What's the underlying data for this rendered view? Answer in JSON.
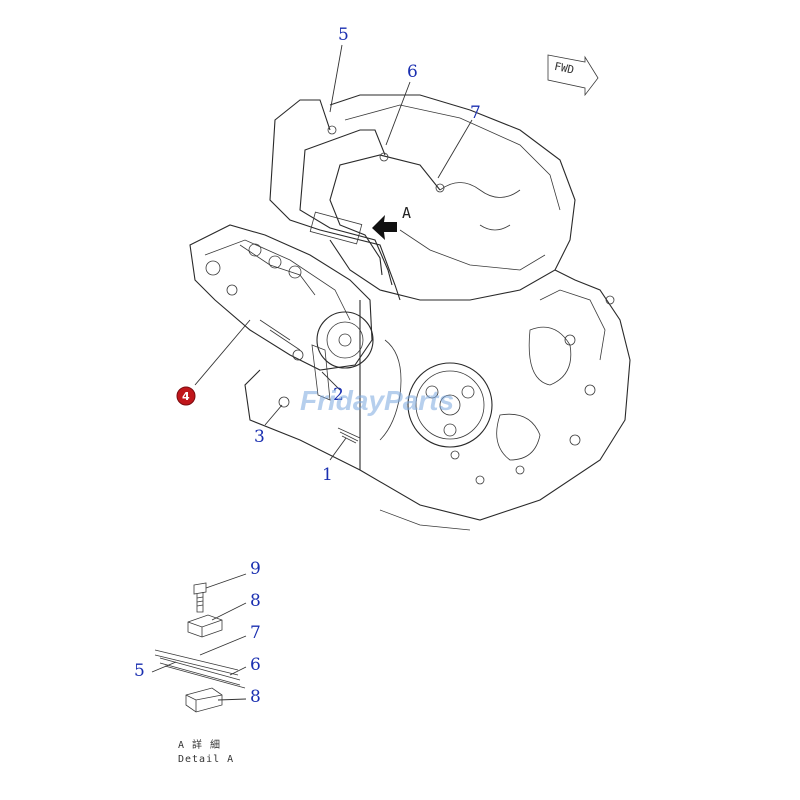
{
  "diagram": {
    "callouts": {
      "c1": "1",
      "c2": "2",
      "c3": "3",
      "c4": "4",
      "c5": "5",
      "c6": "6",
      "c7": "7",
      "d9": "9",
      "d8a": "8",
      "d7": "7",
      "d6": "6",
      "d5": "5",
      "d8b": "8"
    },
    "view_arrow_label": "A",
    "fwd_label": "FWD",
    "detail_title": "A 詳 細",
    "detail_subtitle": "Detail A",
    "watermark": "FridayParts",
    "colors": {
      "callout": "#1a2fb0",
      "highlight": "#c0161b",
      "watermark": "#7ba8e0"
    }
  }
}
